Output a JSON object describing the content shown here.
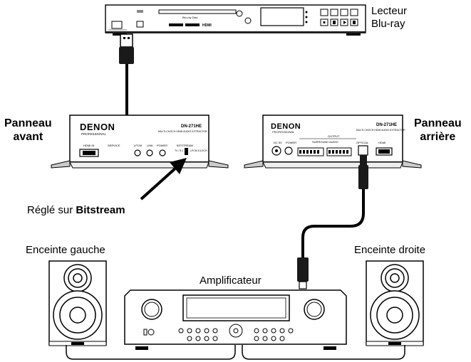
{
  "labels": {
    "player_line1": "Lecteur",
    "player_line2": "Blu-ray",
    "front_line1": "Panneau",
    "front_line2": "avant",
    "rear_line1": "Panneau",
    "rear_line2": "arrière",
    "setting_prefix": "Réglé sur ",
    "setting_value": "Bitstream",
    "left_speaker": "Enceinte gauche",
    "right_speaker": "Enceinte droite",
    "amplifier": "Amplificateur"
  },
  "front_panel": {
    "brand": "DENON",
    "brand_sub": "PROFESSIONAL",
    "model": "DN-271HE",
    "subtitle": "MULTI-CH/2CH HDMI AUDIO EXTRACTOR",
    "hdmi_in": "HDMI IN",
    "service": "SERVICE",
    "lpcm": "LPCM",
    "link": "LINK",
    "power": "POWER",
    "bitstream": "BITSTREAM",
    "switch_left": "TV / 5.1",
    "switch_right": "LPCM 5.1/2CH"
  },
  "rear_panel": {
    "brand": "DENON",
    "brand_sub": "PROFESSIONAL",
    "model": "DN-271HE",
    "subtitle": "MULTI-CH/2CH HDMI AUDIO EXTRACTOR",
    "dc": "DC 5V",
    "power": "POWER",
    "output": "OUTPUT",
    "surround": "SURROUND AUDIO",
    "optical": "OPTICAL",
    "hdmi": "HDMI"
  },
  "player": {
    "bluray": "Blu-ray Disc",
    "hdmi_logo": "HDMI"
  }
}
